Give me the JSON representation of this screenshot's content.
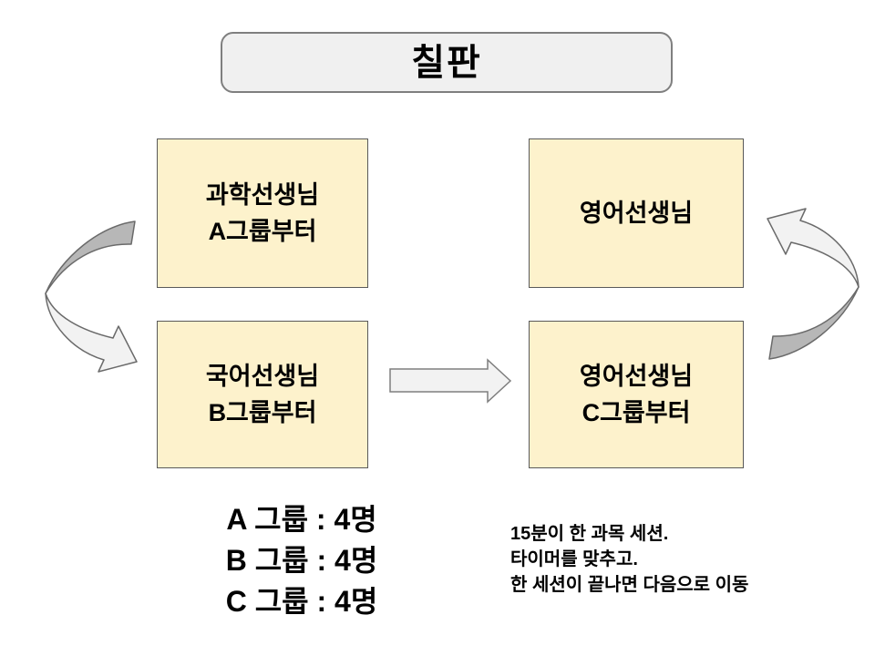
{
  "title": {
    "label": "칠판"
  },
  "boxes": {
    "top_left": {
      "lines": [
        "과학선생님",
        "A그룹부터"
      ]
    },
    "top_right": {
      "lines": [
        "영어선생님"
      ]
    },
    "bottom_left": {
      "lines": [
        "국어선생님",
        "B그룹부터"
      ]
    },
    "bottom_right": {
      "lines": [
        "영어선생님",
        "C그룹부터"
      ]
    }
  },
  "arrows": {
    "left": "curved-down-arrow",
    "middle": "right-arrow",
    "right": "curved-up-arrow"
  },
  "group_counts": {
    "lines": [
      "A 그룹 : 4명",
      "B 그룹 : 4명",
      "C 그룹 : 4명"
    ]
  },
  "notes": {
    "lines": [
      "15분이 한 과목 세션.",
      "타이머를 맞추고.",
      "한 세션이 끝나면 다음으로 이동"
    ]
  },
  "colors": {
    "background": "#ffffff",
    "box-fill": "#fdf2cc",
    "box-border": "#595959",
    "panel-fill": "#f0f0f0",
    "panel-border": "#7f7f7f",
    "arrow-light": "#f2f2f2",
    "arrow-dark": "#b7b7b7",
    "arrow-stroke": "#6a6a6a",
    "text": "#000000"
  }
}
